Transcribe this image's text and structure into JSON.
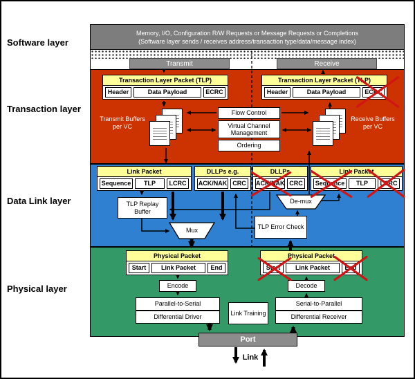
{
  "banner": {
    "line1": "Memory, I/O, Configuration R/W Requests or Message Requests or Completions",
    "line2": "(Software layer sends / receives address/transaction type/data/message index)"
  },
  "lanes": {
    "transmit": "Transmit",
    "receive": "Receive"
  },
  "layer_labels": {
    "software": "Software layer",
    "transaction": "Transaction layer",
    "data_link": "Data Link layer",
    "physical": "Physical layer"
  },
  "transaction_layer": {
    "tlp_title": "Transaction Layer Packet (TLP)",
    "tlp_fields": [
      "Header",
      "Data Payload",
      "ECRC"
    ],
    "transmit_buffers": "Transmit Buffers per VC",
    "receive_buffers": "Receive Buffers per VC",
    "flow_control": "Flow Control",
    "vc_management": "Virtual Channel Management",
    "ordering": "Ordering"
  },
  "data_link_layer": {
    "link_packet_title": "Link Packet",
    "link_packet_fields": [
      "Sequence",
      "TLP",
      "LCRC"
    ],
    "dllp_tx_title": "DLLPs e.g.",
    "dllp_rx_title": "DLLPs",
    "dllp_fields": [
      "ACK/NAK",
      "CRC"
    ],
    "replay_buffer": "TLP Replay Buffer",
    "mux": "Mux",
    "demux": "De-mux",
    "error_check": "TLP Error Check"
  },
  "physical_layer": {
    "packet_title": "Physical Packet",
    "packet_fields": [
      "Start",
      "Link Packet",
      "End"
    ],
    "encode": "Encode",
    "decode": "Decode",
    "parallel_to_serial": "Parallel-to-Serial",
    "differential_driver": "Differential Driver",
    "serial_to_parallel": "Serial-to-Parallel",
    "differential_receiver": "Differential Receiver",
    "link_training": "Link Training"
  },
  "bottom": {
    "port": "Port",
    "link": "Link"
  },
  "colors": {
    "transaction_bg": "#cc3300",
    "data_link_bg": "#2f80d0",
    "physical_bg": "#339966",
    "banner_gray": "#7d7d7d",
    "bar_gray": "#8c8c8c",
    "field_yellow": "#ffff99",
    "red_x": "#d21414"
  }
}
